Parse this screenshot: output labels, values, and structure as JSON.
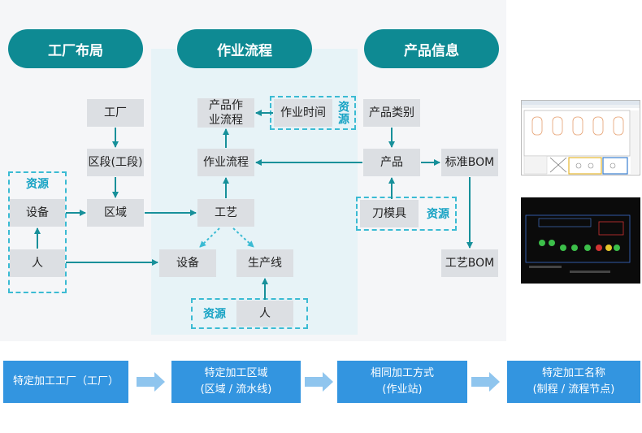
{
  "headers": {
    "factory_layout": "工厂布局",
    "work_flow": "作业流程",
    "product_info": "产品信息"
  },
  "nodes": {
    "factory": "工厂",
    "section": "区段(工段)",
    "area": "区域",
    "equipment_left": "设备",
    "person_left": "人",
    "product_work_flow": "产品作业流程",
    "work_time": "作业时间",
    "work_flow": "作业流程",
    "process": "工艺",
    "equipment_center": "设备",
    "production_line": "生产线",
    "person_bottom": "人",
    "product_category": "产品类别",
    "product": "产品",
    "standard_bom": "标准BOM",
    "tool_mold": "刀模具",
    "process_bom": "工艺BOM"
  },
  "resource_labels": {
    "left": "资源",
    "work_time": "资源",
    "bottom": "资源",
    "tool_mold": "资源"
  },
  "bottom_steps": [
    {
      "line1": "特定加工工厂（工厂）",
      "line2": ""
    },
    {
      "line1": "特定加工区域",
      "line2": "(区域 / 流水线)"
    },
    {
      "line1": "相同加工方式",
      "line2": "(作业站)"
    },
    {
      "line1": "特定加工名称",
      "line2": "(制程 / 流程节点)"
    }
  ],
  "colors": {
    "teal": "#0e8a93",
    "arrow": "#17909a",
    "dashed": "#3bbbd3",
    "resource_text": "#17a3c4",
    "box_gray": "#dcdfe3",
    "step_blue": "#3395e0",
    "step_arrow": "#8fc5ee"
  }
}
